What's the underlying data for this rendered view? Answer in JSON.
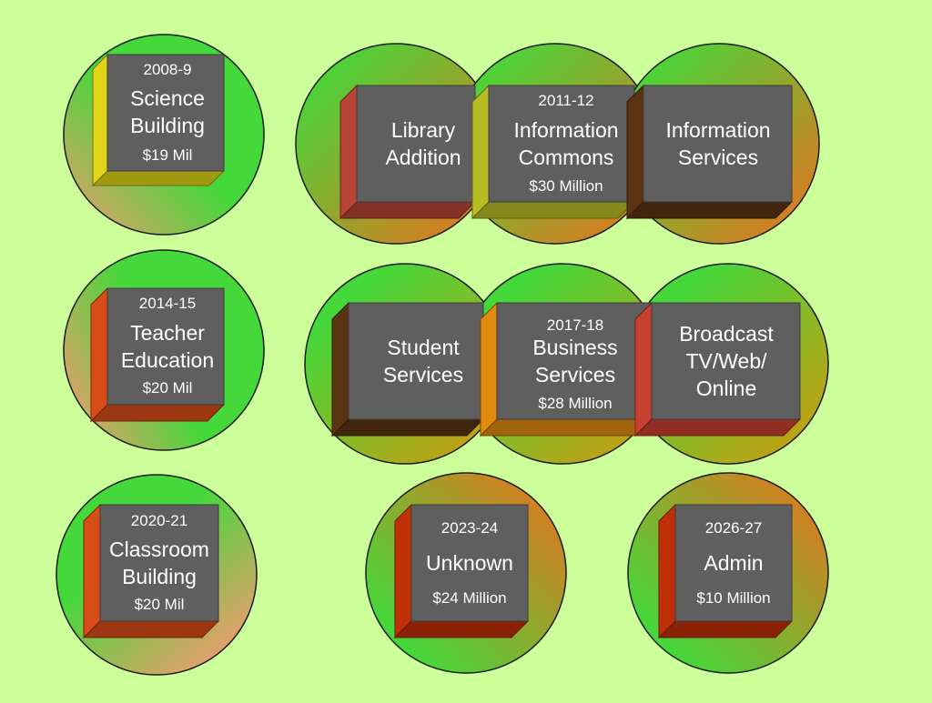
{
  "colors": {
    "background": "#ccff99",
    "box_face": "#5f5f5f",
    "circle_green": "#44d83a",
    "circle_orange": "#ee6e1e",
    "circle_salmon": "#f29a70",
    "circle_mustard": "#cf9a10"
  },
  "diagram": {
    "nodes": [
      {
        "id": "science",
        "period": "2008-9",
        "title_lines": [
          "Science",
          "Building"
        ],
        "cost": "$19 Mil",
        "side_color": "#e0d418"
      },
      {
        "id": "library",
        "period": "",
        "title_lines": [
          "Library",
          "Addition"
        ],
        "cost": "",
        "side_color": "#b84436"
      },
      {
        "id": "info-commons",
        "period": "2011-12",
        "title_lines": [
          "Information",
          "Commons"
        ],
        "cost": "$30 Million",
        "side_color": "#b8bc24"
      },
      {
        "id": "info-services",
        "period": "",
        "title_lines": [
          "Information",
          "Services"
        ],
        "cost": "",
        "side_color": "#5a3410"
      },
      {
        "id": "teacher",
        "period": "2014-15",
        "title_lines": [
          "Teacher",
          "Education"
        ],
        "cost": "$20 Mil",
        "side_color": "#d84c18"
      },
      {
        "id": "student",
        "period": "",
        "title_lines": [
          "Student",
          "Services"
        ],
        "cost": "",
        "side_color": "#5a3410"
      },
      {
        "id": "business",
        "period": "2017-18",
        "title_lines": [
          "Business",
          "Services"
        ],
        "cost": "$28 Million",
        "side_color": "#e08a10"
      },
      {
        "id": "broadcast",
        "period": "",
        "title_lines": [
          "Broadcast",
          "TV/Web/",
          "Online"
        ],
        "cost": "",
        "side_color": "#c84030"
      },
      {
        "id": "classroom",
        "period": "2020-21",
        "title_lines": [
          "Classroom",
          "Building"
        ],
        "cost": "$20 Mil",
        "side_color": "#d84c18"
      },
      {
        "id": "unknown",
        "period": "2023-24",
        "title_lines": [
          "Unknown"
        ],
        "cost": "$24 Million",
        "side_color": "#c03008"
      },
      {
        "id": "admin",
        "period": "2026-27",
        "title_lines": [
          "Admin"
        ],
        "cost": "$10 Million",
        "side_color": "#c03008"
      }
    ]
  }
}
